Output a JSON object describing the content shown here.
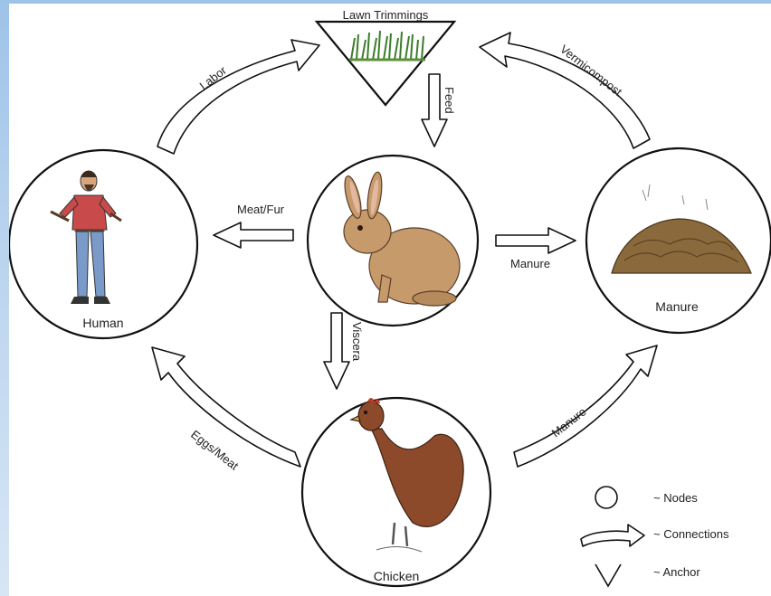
{
  "diagram": {
    "anchor": {
      "label": "Lawn Trimmings"
    },
    "nodes": {
      "human": "Human",
      "rabbit": "",
      "manure": "Manure",
      "chicken": "Chicken"
    },
    "connections": {
      "labor": "Labor",
      "feed": "Feed",
      "vermicompost": "Vermicompost",
      "meat_fur": "Meat/Fur",
      "manure_rabbit": "Manure",
      "viscera": "Viscera",
      "eggs_meat": "Eggs/Meat",
      "manure_chicken": "Manure"
    },
    "legend": {
      "nodes": "~ Nodes",
      "connections": "~ Connections",
      "anchor": "~ Anchor"
    }
  }
}
